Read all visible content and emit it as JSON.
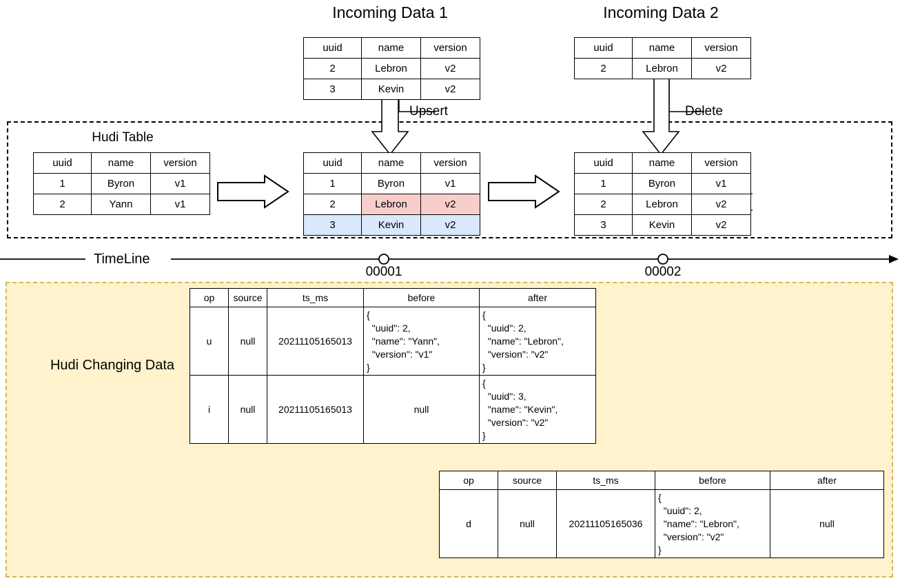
{
  "diagram": {
    "title_incoming_1": "Incoming Data 1",
    "title_incoming_2": "Incoming Data 2",
    "label_upsert": "Upsert",
    "label_delete": "Delete",
    "label_hudi_table": "Hudi Table",
    "label_hudi_changing_data": "Hudi Changing Data",
    "label_timeline": "TimeLine",
    "timeline_marker_1": "00001",
    "timeline_marker_2": "00002",
    "colors": {
      "highlight_updated": "#f8cecc",
      "highlight_inserted": "#dae8fc",
      "delete_strike": "#ff0000",
      "changing_data_fill": "#fff2cc",
      "changing_data_border": "#d6b656"
    }
  },
  "tables": {
    "incoming_1": {
      "headers": [
        "uuid",
        "name",
        "version"
      ],
      "rows": [
        [
          "2",
          "Lebron",
          "v2"
        ],
        [
          "3",
          "Kevin",
          "v2"
        ]
      ]
    },
    "incoming_2": {
      "headers": [
        "uuid",
        "name",
        "version"
      ],
      "rows": [
        [
          "2",
          "Lebron",
          "v2"
        ]
      ]
    },
    "hudi_before": {
      "headers": [
        "uuid",
        "name",
        "version"
      ],
      "rows": [
        [
          "1",
          "Byron",
          "v1"
        ],
        [
          "2",
          "Yann",
          "v1"
        ]
      ]
    },
    "hudi_after_upsert": {
      "headers": [
        "uuid",
        "name",
        "version"
      ],
      "rows": [
        [
          "1",
          "Byron",
          "v1"
        ],
        [
          "2",
          "Lebron",
          "v2"
        ],
        [
          "3",
          "Kevin",
          "v2"
        ]
      ]
    },
    "hudi_after_delete": {
      "headers": [
        "uuid",
        "name",
        "version"
      ],
      "rows": [
        [
          "1",
          "Byron",
          "v1"
        ],
        [
          "2",
          "Lebron",
          "v2"
        ],
        [
          "3",
          "Kevin",
          "v2"
        ]
      ]
    }
  },
  "changing_data": {
    "headers": [
      "op",
      "source",
      "ts_ms",
      "before",
      "after"
    ],
    "table_1_rows": [
      {
        "op": "u",
        "source": "null",
        "ts_ms": "20211105165013",
        "before": "{\n  \"uuid\": 2,\n  \"name\": \"Yann\",\n  \"version\": \"v1\"\n}",
        "after": "{\n  \"uuid\": 2,\n  \"name\": \"Lebron\",\n  \"version\": \"v2\"\n}"
      },
      {
        "op": "i",
        "source": "null",
        "ts_ms": "20211105165013",
        "before": "null",
        "after": "{\n  \"uuid\": 3,\n  \"name\": \"Kevin\",\n  \"version\": \"v2\"\n}"
      }
    ],
    "table_2_rows": [
      {
        "op": "d",
        "source": "null",
        "ts_ms": "20211105165036",
        "before": "{\n  \"uuid\": 2,\n  \"name\": \"Lebron\",\n  \"version\": \"v2\"\n}",
        "after": "null"
      }
    ]
  }
}
